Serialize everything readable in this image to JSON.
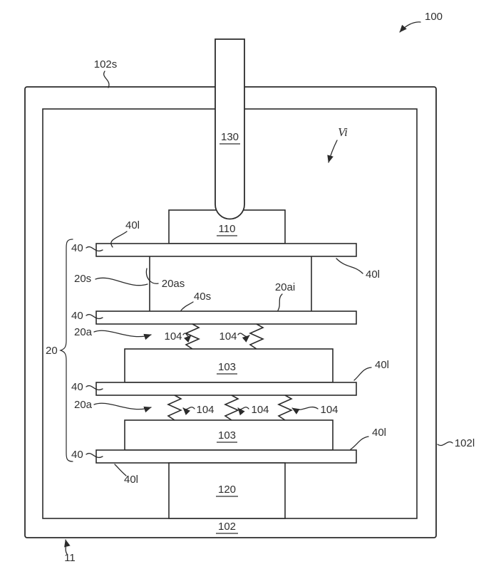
{
  "figure": {
    "labels": {
      "ref100": "100",
      "ref102s": "102s",
      "refVi": "Vi",
      "ref130": "130",
      "ref110": "110",
      "ref40": "40",
      "ref40l": "40l",
      "ref40s": "40s",
      "ref20": "20",
      "ref20s": "20s",
      "ref20a": "20a",
      "ref20as": "20as",
      "ref20ai": "20ai",
      "ref104": "104",
      "ref103": "103",
      "ref120": "120",
      "ref102": "102",
      "ref102l": "102l",
      "ref11": "11"
    },
    "colors": {
      "line": "#2b2b2b",
      "text": "#2f2f2f",
      "background": "#ffffff"
    }
  }
}
